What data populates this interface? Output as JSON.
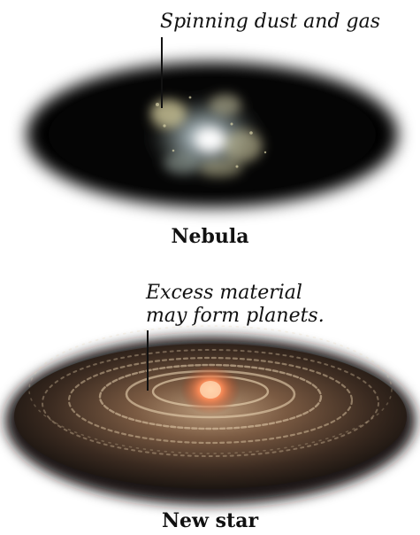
{
  "panels": [
    {
      "label": "Spinning dust and gas",
      "caption": "Nebula"
    },
    {
      "label_line1": "Excess material",
      "label_line2": "may form planets.",
      "caption": "New star"
    }
  ],
  "colors": {
    "nebula_halo": "#000000",
    "nebula_gas": "#c9c7a0",
    "disk_dust": "#6a5340",
    "disk_rings": "#e8d2b0",
    "core_glow": "#ff8a55"
  }
}
